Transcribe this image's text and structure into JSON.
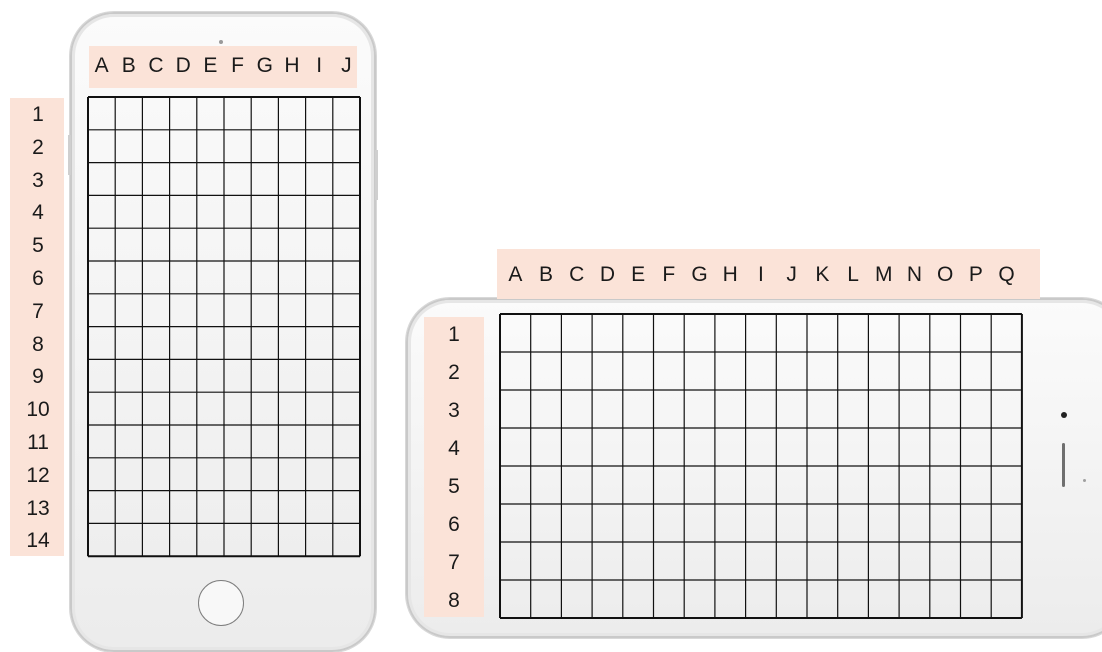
{
  "portrait": {
    "columns": [
      "A",
      "B",
      "C",
      "D",
      "E",
      "F",
      "G",
      "H",
      "I",
      "J"
    ],
    "rows": [
      "1",
      "2",
      "3",
      "4",
      "5",
      "6",
      "7",
      "8",
      "9",
      "10",
      "11",
      "12",
      "13",
      "14"
    ]
  },
  "landscape": {
    "columns": [
      "A",
      "B",
      "C",
      "D",
      "E",
      "F",
      "G",
      "H",
      "I",
      "J",
      "K",
      "L",
      "M",
      "N",
      "O",
      "P",
      "Q"
    ],
    "rows": [
      "1",
      "2",
      "3",
      "4",
      "5",
      "6",
      "7",
      "8"
    ]
  },
  "colors": {
    "label_band": "#fbe3d8",
    "grid_line": "#111111",
    "text": "#1a1a1a"
  }
}
